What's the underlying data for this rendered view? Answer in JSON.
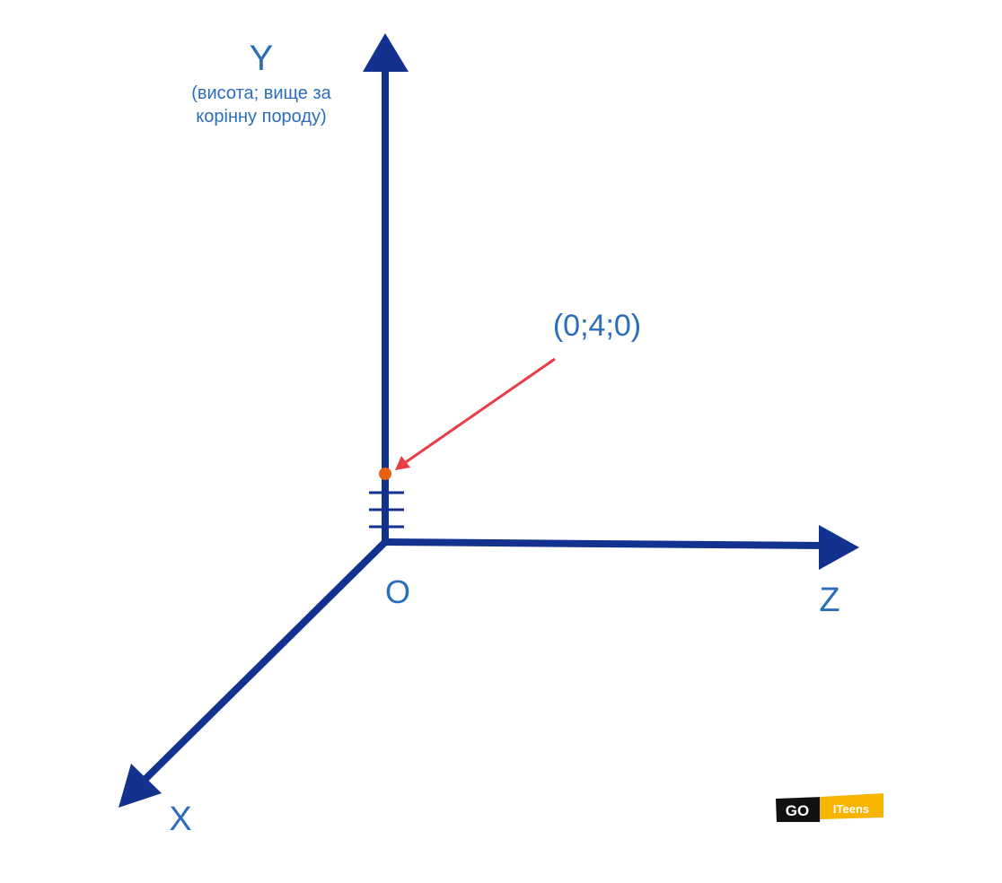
{
  "colors": {
    "axis": "#13318e",
    "label": "#2a6ebb",
    "pointer": "#e63d46",
    "point": "#e8620f",
    "logo_dark": "#111111",
    "logo_accent": "#f7b500",
    "logo_text": "#ffffff",
    "background": "#ffffff"
  },
  "axes": {
    "y_label": "Y",
    "y_note_line1": "(висота; вище за",
    "y_note_line2": "корінну породу)",
    "z_label": "Z",
    "x_label": "X",
    "origin_label": "O"
  },
  "point": {
    "label": "(0;4;0)",
    "coordinates": [
      0,
      4,
      0
    ]
  },
  "logo": {
    "part1": "GO",
    "part2": "ITeens"
  }
}
